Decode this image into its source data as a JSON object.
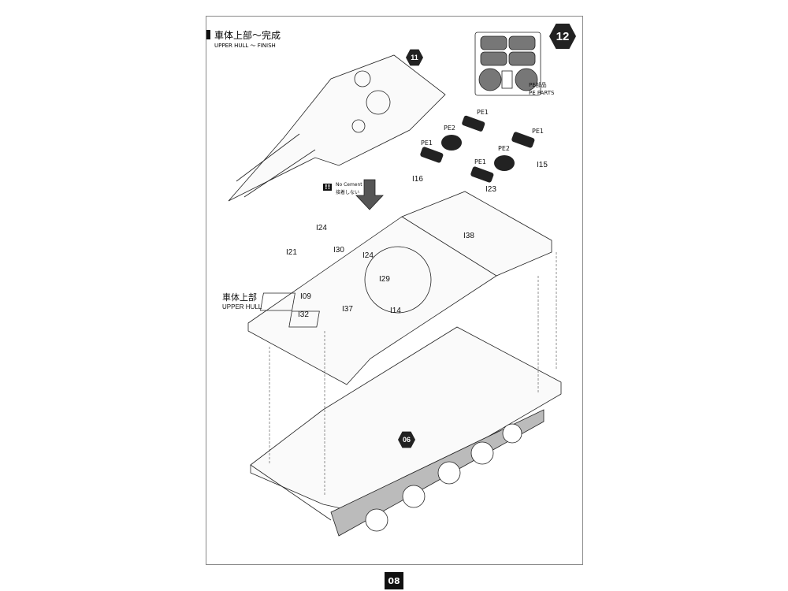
{
  "header": {
    "title_jp": "車体上部～完成",
    "title_en": "UPPER HULL ～ FINISH"
  },
  "step_number": "12",
  "pe_sheet": {
    "label_jp": "PE部品",
    "label_en": "PE PARTS"
  },
  "badges": {
    "ref_step_11": "11",
    "ref_step_06": "06"
  },
  "warning": {
    "icon": "!!",
    "text_en": "No Cement",
    "text_jp": "接着しない"
  },
  "section_label": {
    "jp": "車体上部",
    "en": "UPPER HULL"
  },
  "parts": [
    "PE1",
    "PE2",
    "PE1",
    "PE1",
    "PE2",
    "PE1",
    "I15",
    "I16",
    "I23",
    "I38",
    "I24",
    "I30",
    "I21",
    "I24",
    "I29",
    "I09",
    "I37",
    "I14",
    "I32"
  ],
  "page_number": "08"
}
